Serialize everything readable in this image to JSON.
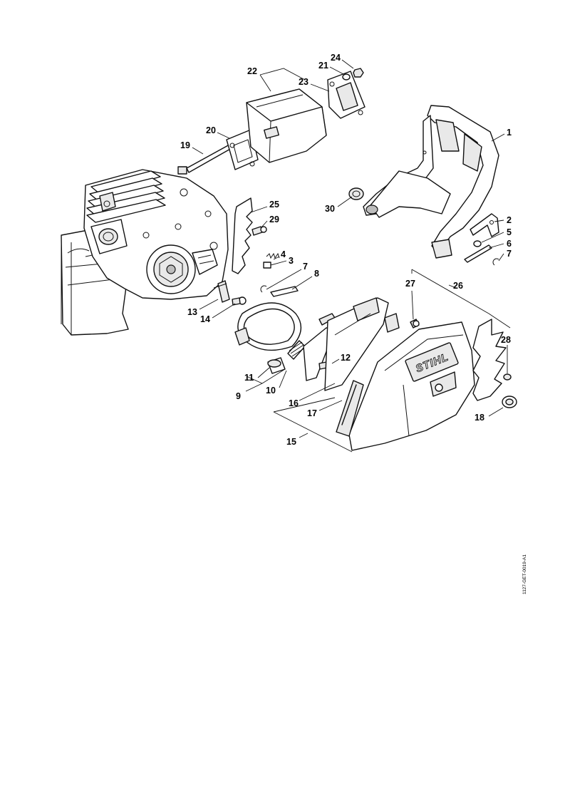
{
  "diagram": {
    "brand_mark": "STIHL",
    "drawing_code": "1127-GET-0019-A1",
    "callouts": [
      {
        "id": "1",
        "label": "1"
      },
      {
        "id": "2",
        "label": "2"
      },
      {
        "id": "3",
        "label": "3"
      },
      {
        "id": "4",
        "label": "4"
      },
      {
        "id": "5",
        "label": "5"
      },
      {
        "id": "6",
        "label": "6"
      },
      {
        "id": "7a",
        "label": "7"
      },
      {
        "id": "7b",
        "label": "7"
      },
      {
        "id": "8",
        "label": "8"
      },
      {
        "id": "9",
        "label": "9"
      },
      {
        "id": "10",
        "label": "10"
      },
      {
        "id": "11",
        "label": "11"
      },
      {
        "id": "12",
        "label": "12"
      },
      {
        "id": "13",
        "label": "13"
      },
      {
        "id": "14",
        "label": "14"
      },
      {
        "id": "15",
        "label": "15"
      },
      {
        "id": "16",
        "label": "16"
      },
      {
        "id": "17",
        "label": "17"
      },
      {
        "id": "18",
        "label": "18"
      },
      {
        "id": "19",
        "label": "19"
      },
      {
        "id": "20",
        "label": "20"
      },
      {
        "id": "21",
        "label": "21"
      },
      {
        "id": "22",
        "label": "22"
      },
      {
        "id": "23",
        "label": "23"
      },
      {
        "id": "24",
        "label": "24"
      },
      {
        "id": "25",
        "label": "25"
      },
      {
        "id": "26",
        "label": "26"
      },
      {
        "id": "27",
        "label": "27"
      },
      {
        "id": "28",
        "label": "28"
      },
      {
        "id": "29",
        "label": "29"
      },
      {
        "id": "30",
        "label": "30"
      }
    ]
  }
}
